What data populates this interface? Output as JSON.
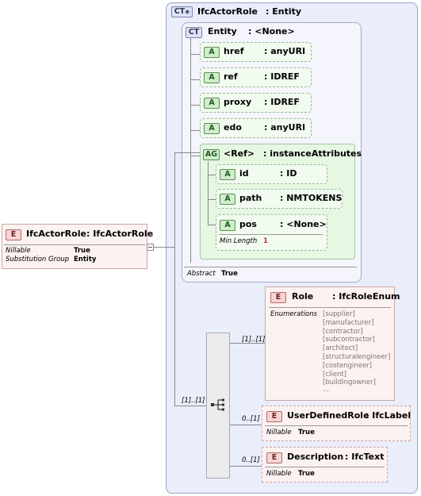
{
  "complex_type": {
    "badge": "CT",
    "name": "IfcActorRole",
    "type": ": Entity"
  },
  "inner_type": {
    "badge": "CT",
    "name": "Entity",
    "type": ": <None>"
  },
  "attributes": [
    {
      "badge": "A",
      "name": "href",
      "type": ": anyURI"
    },
    {
      "badge": "A",
      "name": "ref",
      "type": ": IDREF"
    },
    {
      "badge": "A",
      "name": "proxy",
      "type": ": IDREF"
    },
    {
      "badge": "A",
      "name": "edo",
      "type": ": anyURI"
    }
  ],
  "attribute_group": {
    "badge": "AG",
    "name": "<Ref>",
    "type": ": instanceAttributes"
  },
  "group_attributes": [
    {
      "badge": "A",
      "name": "id",
      "type": ": ID"
    },
    {
      "badge": "A",
      "name": "path",
      "type": ": NMTOKENS"
    },
    {
      "badge": "A",
      "name": "pos",
      "type": ": <None>",
      "facet_label": "Min Length",
      "facet_value": "1"
    }
  ],
  "abstract": {
    "label": "Abstract",
    "value": "True"
  },
  "root_element": {
    "badge": "E",
    "name": "IfcActorRole",
    "type": ": IfcActorRole",
    "props": [
      {
        "label": "Nillable",
        "value": "True"
      },
      {
        "label": "Substitution Group",
        "value": "Entity"
      }
    ]
  },
  "sequence": {
    "occurrence": "[1]..[1]"
  },
  "role": {
    "badge": "E",
    "name": "Role",
    "type": ": IfcRoleEnum",
    "occurrence": "[1]..[1]",
    "enum_label": "Enumerations",
    "enums": [
      "[supplier]",
      "[manufacturer]",
      "[contractor]",
      "[subcontractor]",
      "[architect]",
      "[structuralengineer]",
      "[costengineer]",
      "[client]",
      "[buildingowner]",
      "..."
    ]
  },
  "user_defined_role": {
    "badge": "E",
    "name": "UserDefinedRole",
    "type": ": IfcLabel",
    "occurrence": "0..[1]",
    "prop_label": "Nillable",
    "prop_value": "True"
  },
  "description": {
    "badge": "E",
    "name": "Description",
    "type": ": IfcText",
    "occurrence": "0..[1]",
    "prop_label": "Nillable",
    "prop_value": "True"
  },
  "colors": {
    "complex_type": "#eaedfa",
    "attribute": "#cfeec9",
    "element": "#f7d5d5",
    "lines": "#8a8a8a"
  }
}
